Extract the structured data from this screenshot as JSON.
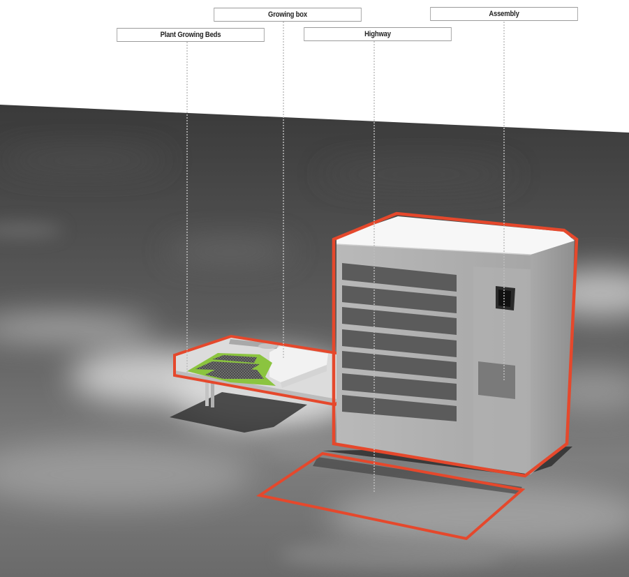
{
  "diagram": {
    "callouts": {
      "plant_growing_beds": "Plant Growing Beds",
      "growing_box": "Growing box",
      "highway": "Highway",
      "assembly": "Assembly"
    }
  },
  "colors": {
    "highlight_outline": "#e5482c",
    "growing_bed_green": "#8bc43f",
    "leader_line": "#bdbdbd"
  }
}
